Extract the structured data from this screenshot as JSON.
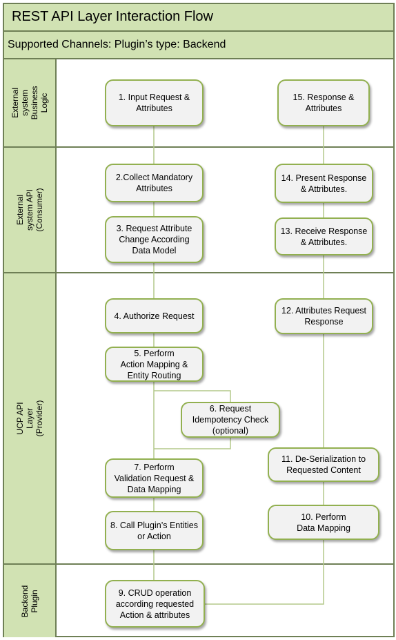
{
  "title": "REST API Layer Interaction Flow",
  "channels": "Supported Channels:  Plugin’s type: Backend",
  "lanes": [
    "External\nsystem\nBusiness\nLogic",
    "External\nsystem API\n(Consumer)",
    "UCP API\nLayer\n(Provider)",
    "Backend\nPlugin"
  ],
  "steps": {
    "s1": "1. Input Request &\nAttributes",
    "s2": "2.Collect Mandatory\nAttributes",
    "s3": "3. Request Attribute\nChange According\nData Model",
    "s4": "4. Authorize Request",
    "s5": "5. Perform\nAction Mapping &\nEntity Routing",
    "s6": "6. Request\nIdempotency Check\n(optional)",
    "s7": "7. Perform\nValidation Request &\nData Mapping",
    "s8": "8. Call Plugin’s Entities\nor Action",
    "s9": "9. CRUD operation\naccording requested\nAction & attributes",
    "s10": "10. Perform\nData Mapping",
    "s11": "11. De-Serialization to\nRequested Content",
    "s12": "12. Attributes Request\nResponse",
    "s13": "13. Receive Response\n& Attributes.",
    "s14": "14. Present Response\n& Attributes.",
    "s15": "15. Response &\nAttributes"
  },
  "colors": {
    "lane_fill": "#d1e2b3",
    "border": "#6e7f55",
    "box_fill": "#f2f2f2",
    "box_border": "#92b050",
    "connector": "#b3c98a"
  }
}
